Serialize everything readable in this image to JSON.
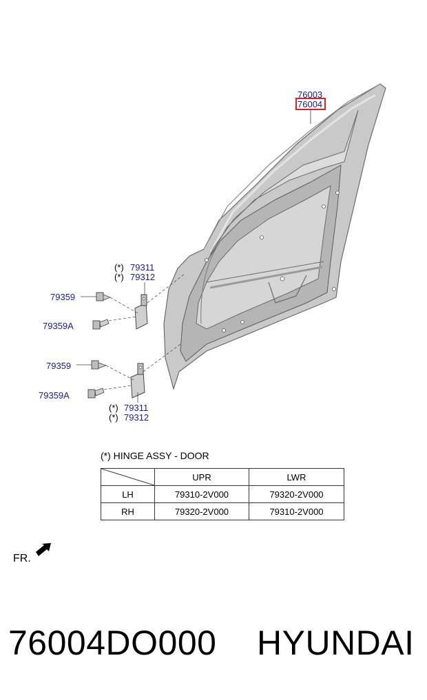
{
  "labels": {
    "part_76003": "76003",
    "part_76004": "76004",
    "hinge_upper_a": "79311",
    "hinge_upper_b": "79312",
    "hinge_lower_a": "79311",
    "hinge_lower_b": "79312",
    "bolt_upper": "79359",
    "bolt_upper_a": "79359A",
    "bolt_lower": "79359",
    "bolt_lower_a": "79359A",
    "star_mark": "(*)"
  },
  "note": "(*) HINGE ASSY - DOOR",
  "table": {
    "headers": [
      "UPR",
      "LWR"
    ],
    "rows": [
      {
        "side": "LH",
        "upr": "79310-2V000",
        "lwr": "79320-2V000"
      },
      {
        "side": "RH",
        "upr": "79320-2V000",
        "lwr": "79310-2V000"
      }
    ]
  },
  "orientation": "FR.",
  "footer": {
    "part_number": "76004DO000",
    "brand": "HYUNDAI"
  },
  "colors": {
    "callout": "#1a1a9e",
    "highlight_box": "#e02020"
  }
}
